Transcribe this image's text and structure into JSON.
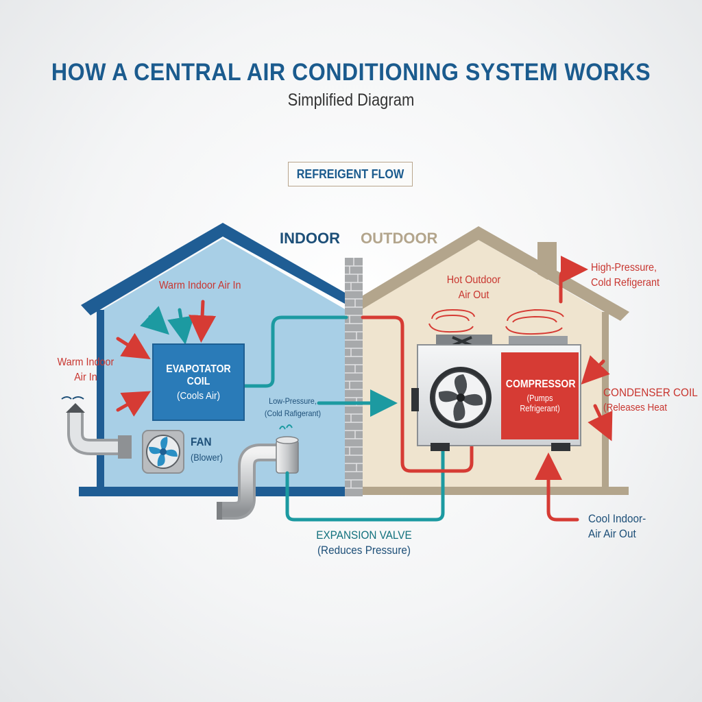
{
  "title": "HOW A CENTRAL AIR CONDITIONING SYSTEM WORKS",
  "subtitle": "Simplified Diagram",
  "flow_label": "REFREIGENT FLOW",
  "regions": {
    "indoor": "INDOOR",
    "outdoor": "OUTDOOR"
  },
  "labels": {
    "warm_indoor_top": "Warm Indoor Air In",
    "warm_indoor_left": [
      "Warm Indoor",
      "Air In"
    ],
    "evaporator_title": "EVAPOTATOR COIL",
    "evaporator_sub": "(Cools Air)",
    "fan_title": "FAN",
    "fan_sub": "(Blower)",
    "low_pressure": [
      "Low-Pressure,",
      "(Cold Rafigerant)"
    ],
    "hot_outdoor": [
      "Hot Outdoor",
      "Air Out"
    ],
    "high_pressure": [
      "High-Pressure,",
      "Cold Refigerant"
    ],
    "compressor_title": "COMPRESSOR",
    "compressor_sub": "(Pumps Refrigerant)",
    "condenser_title": "CONDENSER COIL",
    "condenser_sub": "(Releases Heat",
    "expansion_title": "EXPANSION VALVE",
    "expansion_sub": "(Reduces Pressure)",
    "cool_indoor": [
      "Cool Indoor-",
      "Air Air Out"
    ]
  },
  "colors": {
    "title": "#1b5b8e",
    "indoor_fill": "#a8cfe6",
    "indoor_outline": "#1f5d94",
    "outdoor_fill": "#efe4cf",
    "outdoor_outline": "#b3a58c",
    "refrigerant": "#1c9aa1",
    "hot": "#d63b34",
    "compressor": "#d63b34"
  },
  "icons": [
    "fan-icon",
    "compressor-fan-icon",
    "vent-icon",
    "heat-wave-icon",
    "arrow-icon"
  ]
}
